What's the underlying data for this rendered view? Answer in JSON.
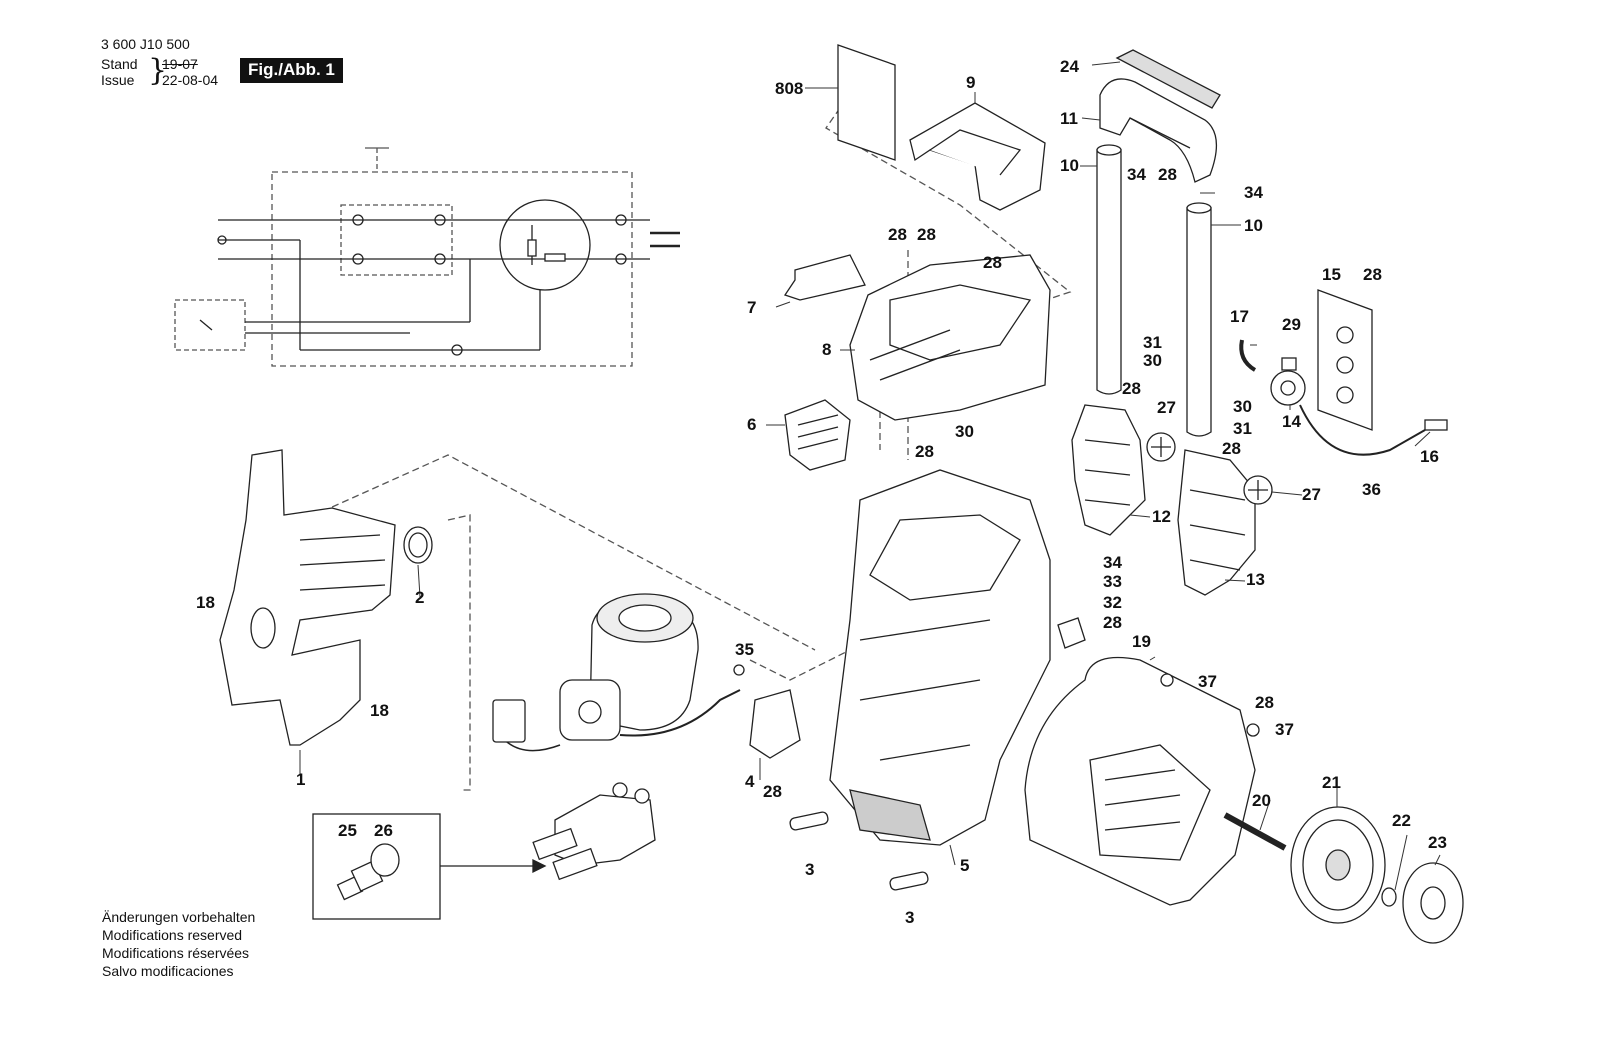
{
  "header": {
    "part_number": "3 600 J10 500",
    "stand_label": "Stand",
    "issue_label": "Issue",
    "stand_date_struck": "19-07",
    "issue_date": "22-08-04",
    "figure_label": "Fig./Abb. 1"
  },
  "footer": {
    "lines": [
      "Änderungen vorbehalten",
      "Modifications reserved",
      "Modifications réservées",
      "Salvo modificaciones"
    ]
  },
  "callouts": [
    "808",
    "9",
    "24",
    "11",
    "10",
    "34",
    "28",
    "34",
    "10",
    "28",
    "28",
    "28",
    "7",
    "8",
    "6",
    "28",
    "30",
    "15",
    "28",
    "17",
    "29",
    "14",
    "16",
    "36",
    "31",
    "30",
    "28",
    "27",
    "30",
    "31",
    "28",
    "12",
    "27",
    "13",
    "34",
    "33",
    "32",
    "28",
    "19",
    "37",
    "28",
    "37",
    "18",
    "2",
    "18",
    "1",
    "35",
    "4",
    "28",
    "3",
    "3",
    "5",
    "25",
    "26",
    "20",
    "21",
    "22",
    "23"
  ],
  "colors": {
    "line": "#222222",
    "dashed": "#555555",
    "fill": "#f4f4f4",
    "dark": "#333333"
  }
}
